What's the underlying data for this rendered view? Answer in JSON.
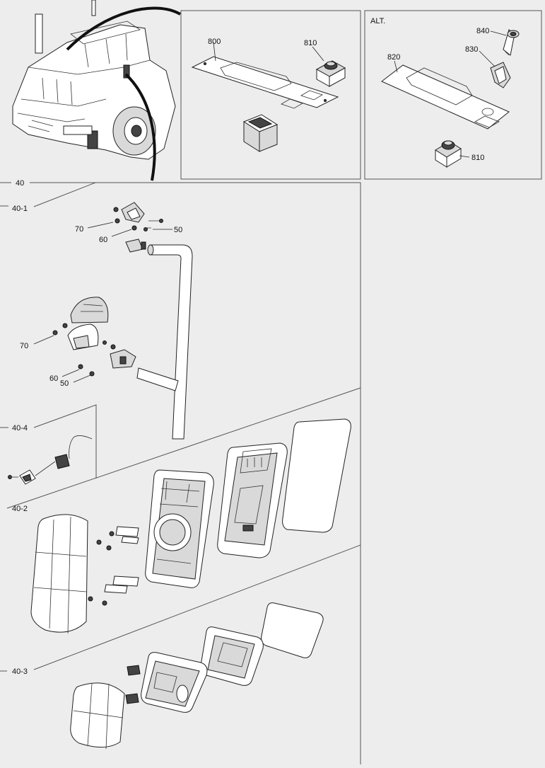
{
  "frames": {
    "alt_label": "ALT.",
    "section_label": "40"
  },
  "groups": {
    "g40_1": "40-1",
    "g40_2": "40-2",
    "g40_3": "40-3",
    "g40_4": "40-4"
  },
  "callouts": {
    "c800": "800",
    "c810": "810",
    "c820": "820",
    "c830": "830",
    "c840": "840",
    "c810_alt": "810",
    "c70_top": "70",
    "c60_top": "60",
    "c50_top": "50",
    "c70_mid": "70",
    "c60_mid": "60",
    "c50_mid": "50"
  }
}
